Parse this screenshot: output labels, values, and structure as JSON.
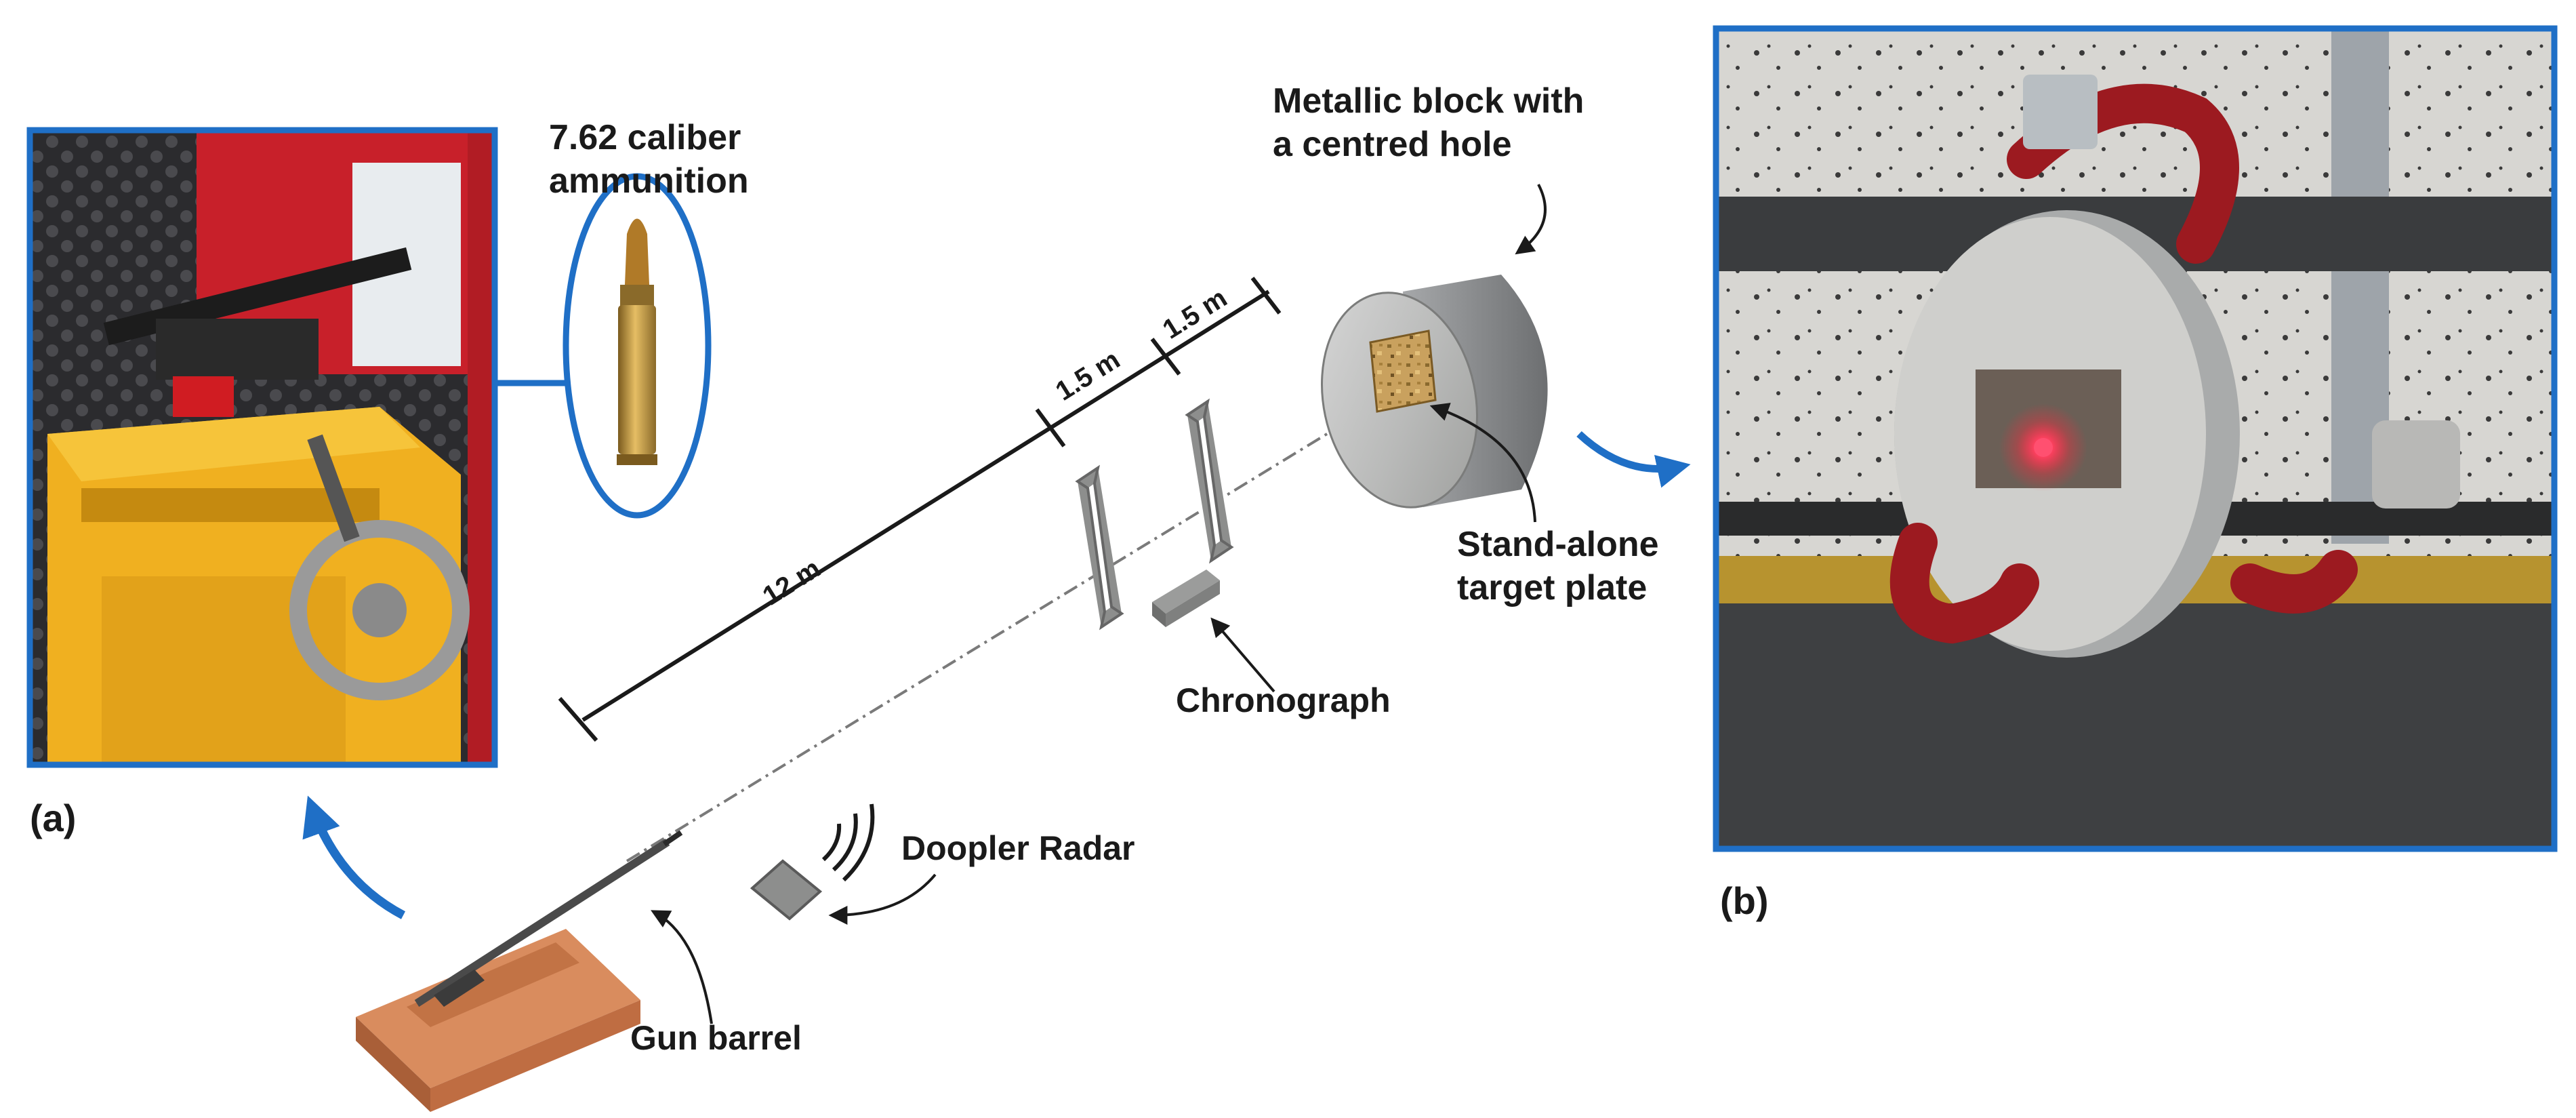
{
  "labels": {
    "ammunition_line1": "7.62 caliber",
    "ammunition_line2": "ammunition",
    "block_line1": "Metallic block with",
    "block_line2": "a centred hole",
    "target_line1": "Stand-alone",
    "target_line2": "target plate",
    "chronograph": "Chronograph",
    "radar": "Doopler Radar",
    "barrel": "Gun barrel",
    "panel_a": "(a)",
    "panel_b": "(b)"
  },
  "distances": {
    "main": "12 m",
    "segment1": "1.5 m",
    "segment2": "1.5 m"
  },
  "colors": {
    "frame_blue": "#1f6fc6",
    "arrow_blue": "#1f6fc6",
    "block_grey": "#8a8c8e",
    "wood_brown": "#c87a4e",
    "gun_yellow": "#f0b020",
    "laser_red": "#ff2040"
  }
}
